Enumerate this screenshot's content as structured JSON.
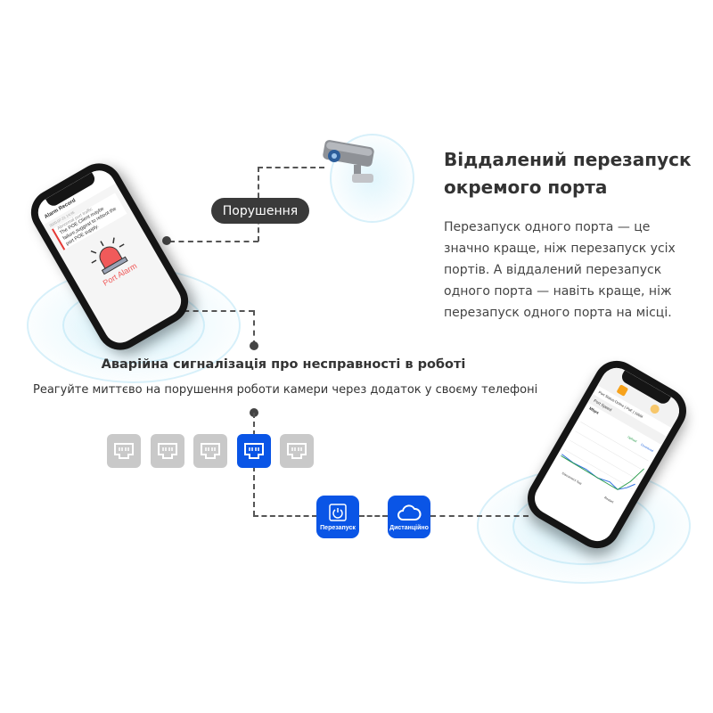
{
  "right_block": {
    "title_line1": "Віддалений перезапуск",
    "title_line2": "окремого порта",
    "paragraph": [
      "Перезапуск одного порта —  це",
      "значно краще, ніж перезапуск усіх",
      "портів. А віддалений перезапуск",
      "одного порта —  навіть краще, ніж",
      "перезапуск одного порта на місці."
    ]
  },
  "violation_label": "Порушення",
  "alarm_heading": "Аварійна сигналізація про несправності в роботі",
  "alarm_subtitle": "Реагуйте миттєво на порушення роботи камери через додаток у своєму телефоні",
  "left_phone": {
    "header": "Alarm Record",
    "date": "2020-07-21 14:45",
    "event": "Abnormal port traffic",
    "message": "The POE Client maybe failure,suggest to reboot the port POE supply.",
    "alarm_label": "Port Alarm"
  },
  "right_phone": {
    "status": "Port Status:Online | PoE | 100M",
    "section": "Port Speed",
    "unit": "Mbps",
    "legend": [
      "Upload",
      "Download"
    ],
    "actions": [
      "Disconnect Test",
      "Restart"
    ]
  },
  "ports": {
    "count": 5,
    "active_index": 3
  },
  "buttons": {
    "restart": "Перезапуск",
    "remote": "Дистанційно"
  },
  "colors": {
    "accent": "#0a55e6",
    "port_inactive": "#c9c9c9",
    "alarm": "#e53935",
    "pill": "#3a3a3a"
  }
}
